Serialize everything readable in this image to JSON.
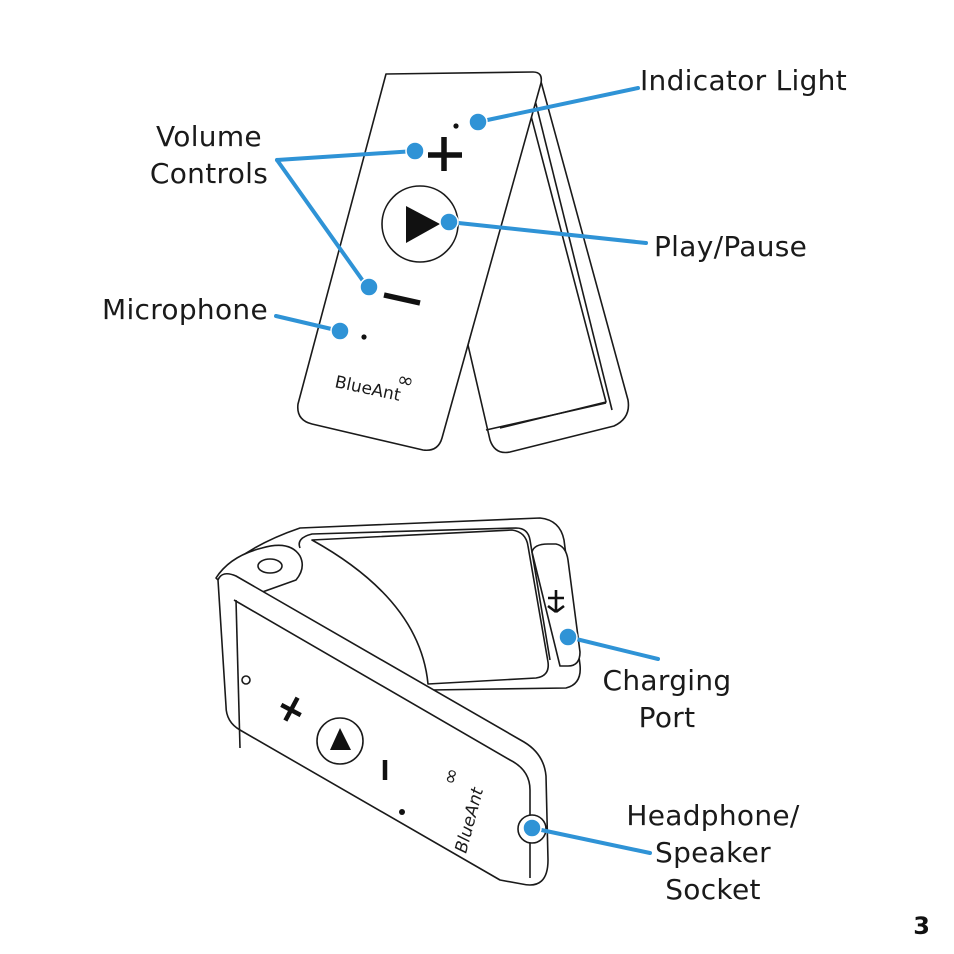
{
  "labels": {
    "indicator_light": "Indicator Light",
    "volume_controls_line1": "Volume",
    "volume_controls_line2": "Controls",
    "play_pause": "Play/Pause",
    "microphone": "Microphone",
    "charging_port_line1": "Charging",
    "charging_port_line2": "Port",
    "headphone_line1": "Headphone/",
    "headphone_line2": "Speaker",
    "headphone_line3": "Socket"
  },
  "device": {
    "brand_text": "BlueAnt",
    "brand_symbol": "∞",
    "plus_symbol": "+",
    "minus_symbol": "−",
    "play_symbol": "▶",
    "usb_symbol": "⭍"
  },
  "page_number": "3",
  "colors": {
    "callout": "#2f93d6",
    "outline": "#1a1a1a",
    "text": "#1a1a1a"
  },
  "icons": [
    "plus-icon",
    "minus-icon",
    "play-icon",
    "usb-icon",
    "infinity-logo-icon"
  ]
}
